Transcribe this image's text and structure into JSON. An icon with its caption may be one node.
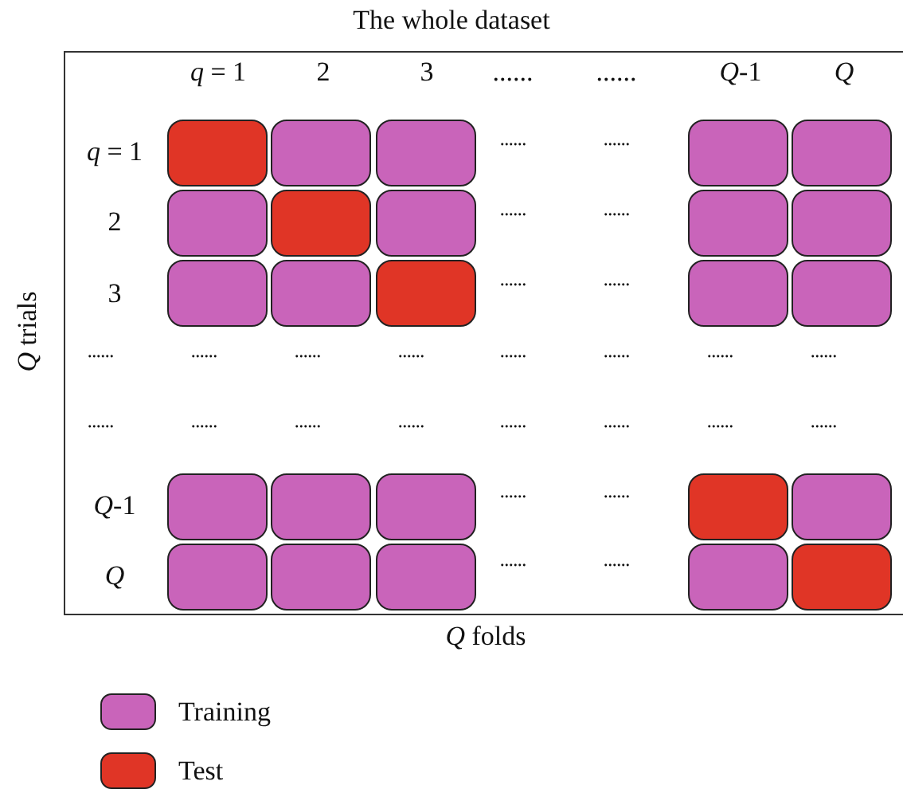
{
  "diagram": {
    "title": "The whole dataset",
    "nodes": [
      {
        "text": [],
        "shape": "box"
      },
      {
        "text": [],
        "shape": "box"
      },
      {
        "text": [],
        "shape": "box"
      },
      {
        "text": [],
        "shape": "box"
      },
      {
        "text": [],
        "shape": "box"
      },
      {
        "text": [],
        "shape": "box"
      },
      {
        "text": [],
        "shape": "box"
      },
      {
        "text": [],
        "shape": "box"
      },
      {
        "text": [],
        "shape": "box"
      },
      {
        "text": [],
        "shape": "box"
      },
      {
        "text": [],
        "shape": "box"
      },
      {
        "text": [],
        "shape": "box"
      },
      {
        "text": [],
        "shape": "box"
      },
      {
        "text": [],
        "shape": "box"
      },
      {
        "text": [],
        "shape": "box"
      },
      {
        "text": [],
        "shape": "box"
      },
      {
        "text": [],
        "shape": "box"
      },
      {
        "text": [],
        "shape": "box"
      },
      {
        "text": [],
        "shape": "box"
      },
      {
        "text": [],
        "shape": "box"
      },
      {
        "text": [],
        "shape": "box"
      },
      {
        "text": [],
        "shape": "box"
      },
      {
        "text": [],
        "shape": "box"
      },
      {
        "text": [],
        "shape": "box"
      },
      {
        "text": [],
        "shape": "box"
      }
    ],
    "labels": [
      "*q* = 1",
      "2",
      "3",
      "......",
      "......",
      "*Q*-1",
      "*Q*",
      "*q* = 1",
      "......",
      "......",
      "2",
      "......",
      "......",
      "3",
      "......",
      "......",
      "......",
      "......",
      "......",
      "......",
      "......",
      "......",
      "......",
      "......",
      "......",
      "......",
      "......",
      "......",
      "......",
      "......",
      "......",
      "......",
      "*Q*-1",
      "......",
      "......",
      "*Q*",
      "......",
      "......",
      "*Q* trials",
      "*Q* folds"
    ],
    "legend": [
      {
        "text": "Training",
        "color": "#c964ba"
      },
      {
        "text": "Test",
        "color": "#e03526"
      }
    ]
  }
}
